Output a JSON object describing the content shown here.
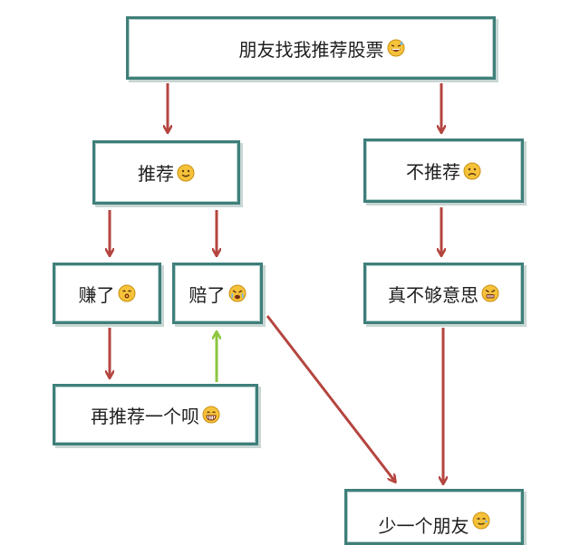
{
  "nodes": {
    "friend_asks": {
      "label": "朋友找我推荐股票",
      "emoji": "grinning-sweat-face-icon"
    },
    "recommend": {
      "label": "推荐",
      "emoji": "smiling-face-icon"
    },
    "not_recommend": {
      "label": "不推荐",
      "emoji": "frowning-face-icon"
    },
    "earned": {
      "label": "赚了",
      "emoji": "kissing-face-icon"
    },
    "lost": {
      "label": "赔了",
      "emoji": "crying-face-icon"
    },
    "not_nice": {
      "label": "真不够意思",
      "emoji": "angry-face-icon"
    },
    "recommend_again": {
      "label": "再推荐一个呗",
      "emoji": "big-grin-face-icon"
    },
    "one_less_friend": {
      "label": "少一个朋友",
      "emoji": "sad-smile-face-icon"
    }
  },
  "colors": {
    "box_border": "#3f7f7a",
    "arrow_red": "#b5453f",
    "arrow_green": "#8cc63f",
    "emoji_fill": "#f6c23a"
  }
}
